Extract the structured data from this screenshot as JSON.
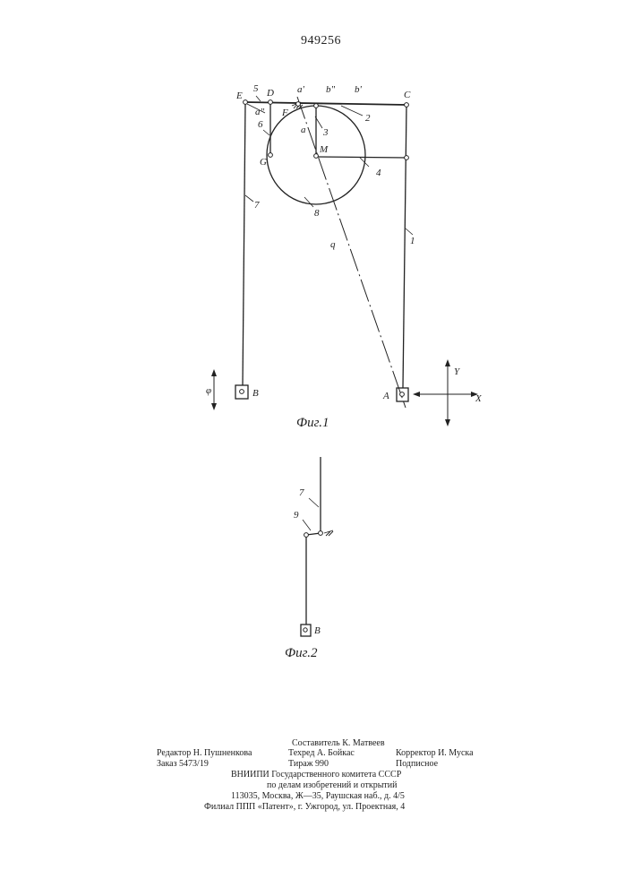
{
  "patent_number": "949256",
  "figure1": {
    "caption": "Фиг.1",
    "points": {
      "E": "E",
      "D": "D",
      "C": "C",
      "F": "F",
      "M": "M",
      "G": "G",
      "A": "A",
      "B": "B"
    },
    "parts": {
      "p1": "1",
      "p2": "2",
      "p3": "3",
      "p4": "4",
      "p5": "5",
      "p6": "6",
      "p7": "7",
      "p8": "8"
    },
    "segments": {
      "a_prime": "a'",
      "b_dprime": "b\"",
      "b_prime": "b'",
      "a_dprime": "a\"",
      "a": "a",
      "q": "q"
    },
    "axes": {
      "y": "Y",
      "x": "X",
      "phi": "φ"
    }
  },
  "figure2": {
    "caption": "Фиг.2",
    "parts": {
      "p7": "7",
      "p9": "9"
    },
    "points": {
      "B": "B"
    }
  },
  "colophon": {
    "compiler": "Составитель К. Матвеев",
    "editor": "Редактор Н. Пушненкова",
    "techred": "Техред А. Бойкас",
    "corrector": "Корректор И. Муска",
    "order": "Заказ 5473/19",
    "tirage": "Тираж 990",
    "subscription": "Подписное",
    "institute": "ВНИИПИ Государственного комитета СССР",
    "affairs": "по делам изобретений и открытий",
    "address": "113035, Москва, Ж—35, Раушская наб., д. 4/5",
    "branch": "Филиал ППП «Патент», г. Ужгород, ул. Проектная, 4"
  }
}
